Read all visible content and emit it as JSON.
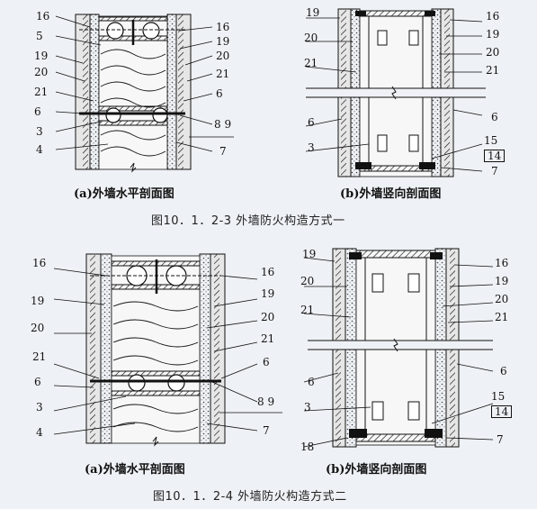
{
  "figure1": {
    "left": {
      "subtitle": "(a)外墙水平剖面图",
      "labels_left": [
        "16",
        "5",
        "19",
        "20",
        "21",
        "6",
        "3",
        "4"
      ],
      "labels_right": [
        "16",
        "19",
        "20",
        "21",
        "6",
        "8 9",
        "7"
      ]
    },
    "right": {
      "subtitle": "(b)外墙竖向剖面图",
      "labels_left": [
        "19",
        "20",
        "21",
        "6",
        "3"
      ],
      "labels_right": [
        "16",
        "19",
        "20",
        "21",
        "6",
        "15",
        "14",
        "7"
      ]
    },
    "caption": "图10．1．2-3  外墙防火构造方式一"
  },
  "figure2": {
    "left": {
      "subtitle": "(a)外墙水平剖面图",
      "labels_left": [
        "16",
        "19",
        "20",
        "21",
        "6",
        "3",
        "4"
      ],
      "labels_right": [
        "16",
        "19",
        "20",
        "21",
        "6",
        "8 9",
        "7"
      ]
    },
    "right": {
      "subtitle": "(b)外墙竖向剖面图",
      "labels_left": [
        "19",
        "20",
        "21",
        "6",
        "3",
        "18"
      ],
      "labels_right": [
        "16",
        "19",
        "20",
        "21",
        "6",
        "15",
        "14",
        "7"
      ]
    },
    "caption": "图10．1．2-4  外墙防火构造方式二"
  },
  "colors": {
    "ink": "#111111",
    "background": "#eef1f5"
  }
}
